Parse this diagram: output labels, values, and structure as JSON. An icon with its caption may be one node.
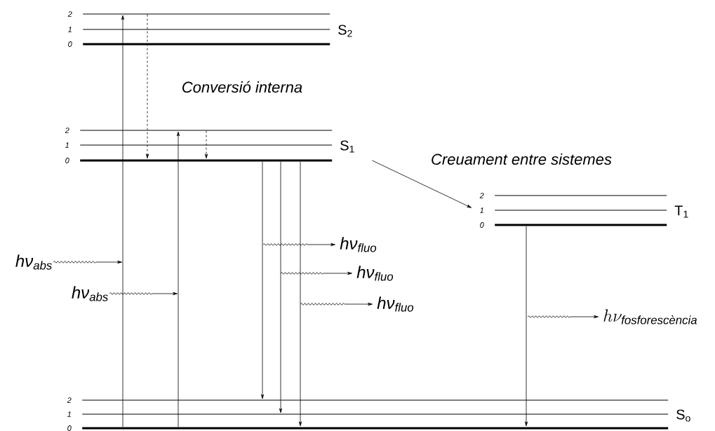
{
  "diagram": {
    "nodes": [
      {
        "text": [
          "2"
        ]
      },
      {
        "text": [
          "1"
        ],
        "beside": [
          "S$_{2}$"
        ]
      },
      {
        "text": [
          "0"
        ]
      },
      {
        "text": [
          "2"
        ]
      },
      {
        "text": [
          "1"
        ],
        "beside": [
          "S$_{1}$"
        ]
      },
      {
        "text": [
          "0"
        ]
      },
      {
        "text": [
          "2"
        ]
      },
      {
        "text": [
          "1"
        ],
        "beside": [
          "T$_{1}$"
        ]
      },
      {
        "text": [
          "0"
        ]
      },
      {
        "text": [
          "hν$_{fluo}$"
        ]
      },
      {
        "text": [
          "hν$_{abs}$"
        ]
      },
      {
        "text": [
          "hν$_{fluo}$"
        ]
      },
      {
        "text": [
          "hν$_{abs}$"
        ]
      },
      {
        "text": [
          "hν$_{fluo}$"
        ]
      },
      {
        "text": [
          "h\\nu_{\\mathit{fosforescència}}"
        ]
      },
      {
        "text": [
          "2"
        ]
      },
      {
        "text": [
          "1"
        ],
        "beside": [
          "S$_{o}$"
        ]
      },
      {
        "text": [
          "0"
        ]
      }
    ],
    "edges": [
      {
        "from": 17,
        "to": 0,
        "arrow": "to"
      },
      {
        "from": 17,
        "to": 3,
        "arrow": "to"
      },
      {
        "from": 0,
        "to": 5,
        "arrow": "to",
        "style": "dashed"
      },
      {
        "from": 3,
        "to": 5,
        "arrow": "to",
        "style": "dashed"
      },
      {
        "from": 5,
        "to": 15,
        "arrow": "to"
      },
      {
        "from": 5,
        "to": 16,
        "arrow": "to"
      },
      {
        "from": 5,
        "to": 17,
        "arrow": "to"
      },
      {
        "from": 4,
        "to": 7,
        "arrow": "to",
        "label": "Creuament entre sistemes"
      },
      {
        "from": 8,
        "to": 17,
        "arrow": "to"
      },
      {
        "from": 10,
        "to": null,
        "arrow": "to"
      },
      {
        "from": 12,
        "to": null,
        "arrow": "to"
      },
      {
        "from": null,
        "to": 9,
        "arrow": "to"
      },
      {
        "from": null,
        "to": 11,
        "arrow": "to"
      },
      {
        "from": null,
        "to": 13,
        "arrow": "to"
      },
      {
        "from": null,
        "to": 14,
        "arrow": "to"
      }
    ],
    "labels": [
      "Conversió interna"
    ]
  }
}
